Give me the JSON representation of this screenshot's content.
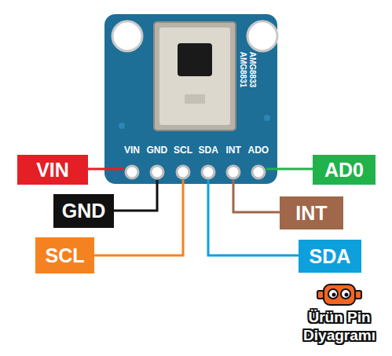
{
  "diagram": {
    "nodes": [
      {
        "text": [
          "VIN"
        ]
      },
      {
        "text": [
          "AD0"
        ]
      },
      {
        "text": [
          "GND"
        ]
      },
      {
        "text": [
          "INT"
        ]
      },
      {
        "text": [
          "SCL"
        ]
      },
      {
        "text": [
          "SDA"
        ]
      }
    ],
    "labels": [
      "VIN",
      "GND",
      "SCL",
      "SDA",
      "INT",
      "ADO",
      "AMG8831",
      "AMG8833",
      "Ürün Pin Diyagramı"
    ]
  }
}
